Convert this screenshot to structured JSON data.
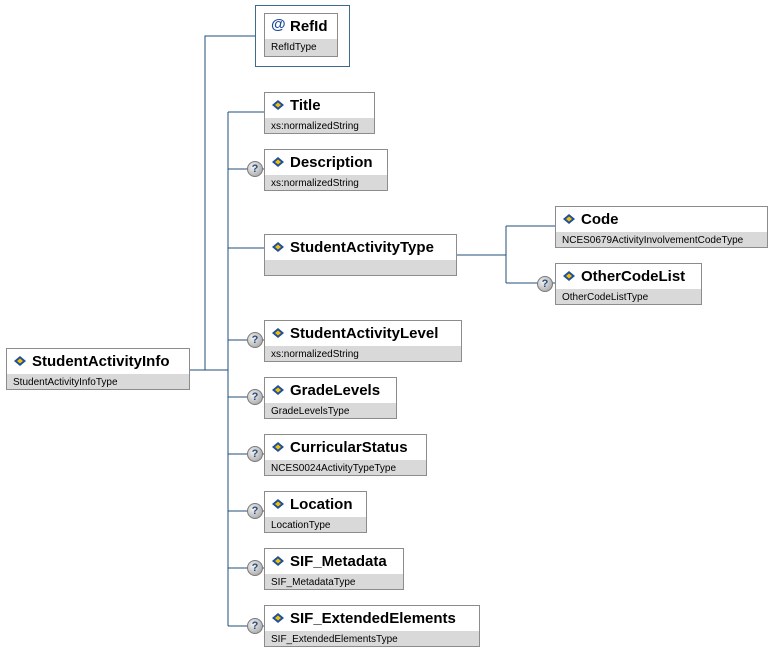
{
  "root": {
    "name": "StudentActivityInfo",
    "type": "StudentActivityInfoType"
  },
  "attribute": {
    "symbol": "@",
    "name": "RefId",
    "type": "RefIdType"
  },
  "elements": [
    {
      "name": "Title",
      "type": "xs:normalizedString",
      "optional": false
    },
    {
      "name": "Description",
      "type": "xs:normalizedString",
      "optional": true
    },
    {
      "name": "StudentActivityType",
      "type": "",
      "optional": false
    },
    {
      "name": "StudentActivityLevel",
      "type": "xs:normalizedString",
      "optional": true
    },
    {
      "name": "GradeLevels",
      "type": "GradeLevelsType",
      "optional": true
    },
    {
      "name": "CurricularStatus",
      "type": "NCES0024ActivityTypeType",
      "optional": true
    },
    {
      "name": "Location",
      "type": "LocationType",
      "optional": true
    },
    {
      "name": "SIF_Metadata",
      "type": "SIF_MetadataType",
      "optional": true
    },
    {
      "name": "SIF_ExtendedElements",
      "type": "SIF_ExtendedElementsType",
      "optional": true
    }
  ],
  "sub_elements": [
    {
      "name": "Code",
      "type": "NCES0679ActivityInvolvementCodeType",
      "optional": false
    },
    {
      "name": "OtherCodeList",
      "type": "OtherCodeListType",
      "optional": true
    }
  ],
  "optional_marker": "?",
  "colors": {
    "line": "#1f4e79",
    "border": "#8c8c8c",
    "type_bg": "#d9d9d9",
    "icon_blue": "#1e4e9c",
    "icon_yellow": "#f2c200"
  }
}
